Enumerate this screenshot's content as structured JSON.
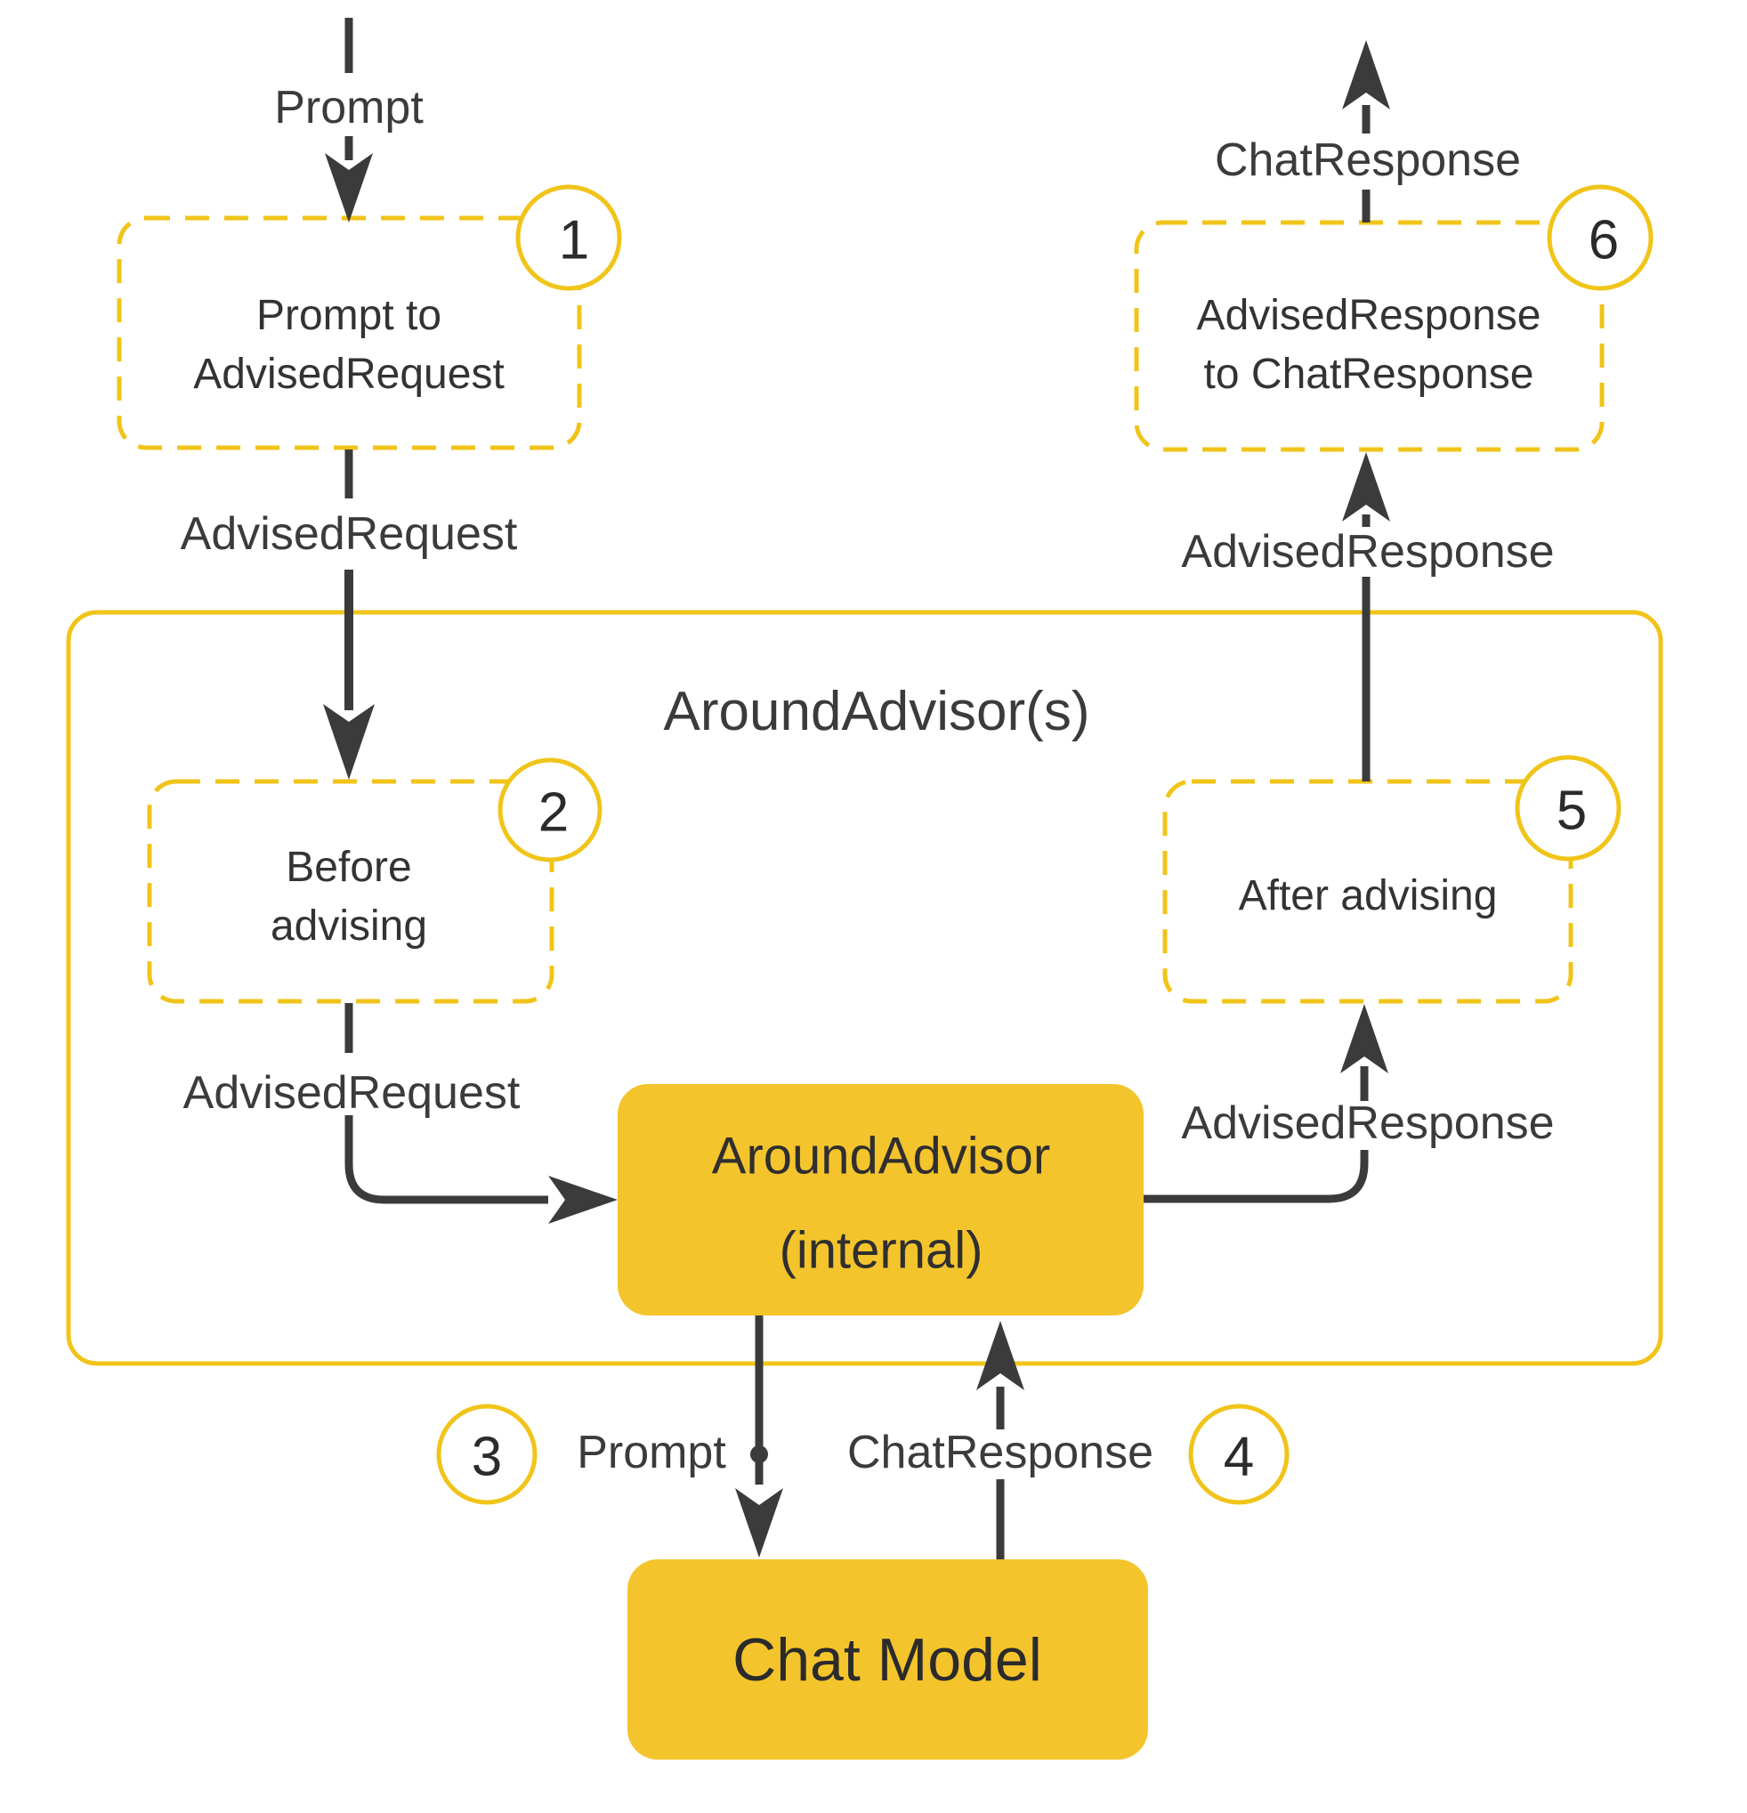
{
  "colors": {
    "accent": "#F0C419",
    "box_fill": "#F4C42C",
    "ink": "#3B3B3B"
  },
  "flow": {
    "prompt_top_label": "Prompt",
    "step1": {
      "number": "1",
      "line1": "Prompt to",
      "line2": "AdvisedRequest"
    },
    "advised_request_label_upper": "AdvisedRequest",
    "advisors_container_title": "AroundAdvisor(s)",
    "step2": {
      "number": "2",
      "line1": "Before",
      "line2": "advising"
    },
    "advised_request_label_lower": "AdvisedRequest",
    "around_advisor_internal": {
      "line1": "AroundAdvisor",
      "line2": "(internal)"
    },
    "advised_response_label_inner": "AdvisedResponse",
    "step5": {
      "number": "5",
      "label": "After advising"
    },
    "advised_response_label_outer": "AdvisedResponse",
    "step6": {
      "number": "6",
      "line1": "AdvisedResponse",
      "line2": "to ChatResponse"
    },
    "chat_response_top_label": "ChatResponse",
    "step3": {
      "number": "3",
      "label": "Prompt"
    },
    "step4": {
      "number": "4",
      "label": "ChatResponse"
    },
    "chat_model_label": "Chat Model"
  }
}
